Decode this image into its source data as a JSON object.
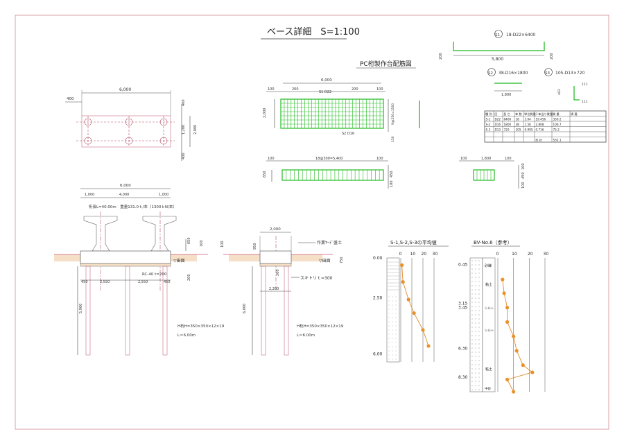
{
  "title": "ベース詳細　S=1:100",
  "rebar_title": "PC桁製作台配筋図",
  "s1": {
    "tag": "S1",
    "spec": "18-D22×6400",
    "len": "5,800",
    "hook_l": "200",
    "hook_r": "200"
  },
  "s2": {
    "tag": "S2",
    "spec": "38-D16×1800",
    "len": "1,800"
  },
  "s3": {
    "tag": "S3",
    "spec": "105-D13×720",
    "w": "111",
    "h": "111",
    "side": "402"
  },
  "plan": {
    "top": "6,000",
    "left": "400",
    "r1": "400",
    "r2": "1,200",
    "r3": "400",
    "total": "2,000"
  },
  "rebar_plan": {
    "top": "6,000",
    "d1": "100",
    "d2": "200",
    "d3": "200",
    "d4": "100",
    "lbl_s1": "S1 D22",
    "lbl_s2": "S2 D16",
    "left": "2,000",
    "right": "9@250=1500",
    "bot": "150"
  },
  "rebar_sec": {
    "top": "18@300=5,400",
    "d1": "100",
    "d2": "100",
    "h1": "650",
    "h2": "450",
    "h3": "100"
  },
  "small_sec": {
    "top": "1,800",
    "d1": "100",
    "d2": "100",
    "h1": "100",
    "h2": "450",
    "h3": "100"
  },
  "table": {
    "headers": [
      "種 別",
      "径",
      "長 さ",
      "本 数",
      "単位質量",
      "１本当り質量",
      "質 量",
      "摘 要"
    ],
    "rows": [
      [
        "S-1",
        "D22",
        "6400",
        "18",
        "3.04",
        "19.456",
        "350.2",
        ""
      ],
      [
        "S-2",
        "D16",
        "1800",
        "38",
        "1.56",
        "2.808",
        "106.7",
        ""
      ],
      [
        "S-3",
        "D13",
        "720",
        "105",
        "0.995",
        "0.716",
        "75.2",
        ""
      ],
      [
        "",
        "",
        "",
        "",
        "",
        "",
        "",
        ""
      ]
    ],
    "total_label": "合 計",
    "total_value": "532.1"
  },
  "elev": {
    "top": "6,000",
    "s1": "1,000",
    "s2": "4,000",
    "s3": "1,000",
    "note": "桁長L=40.00m　重量131.0ｔ/本（1300ｋN/本）",
    "h650": "650",
    "h200": "200",
    "h100": "100",
    "rc": "RC-40 t=200",
    "gl": "▽田面",
    "b1": "450",
    "b2": "2,550",
    "b3": "2,550",
    "b4": "450",
    "pile_len": "5,900",
    "pile_spec": "H杭H=350×350×12×19",
    "pile_L": "L＝6.00m"
  },
  "side": {
    "top": "2,000",
    "h950": "950",
    "h100": "100",
    "h200": "200",
    "h750": "750",
    "b2200": "2,200",
    "h6000": "6,000",
    "fill": "作業ﾔｰﾄﾞ盛土",
    "gl": "▽田面",
    "cut": "スキトリｔ=300",
    "pile_spec": "H杭H=350×350×12×19",
    "pile_L": "L＝6.00m"
  },
  "chart1": {
    "title": "S-1,S-2,S-3の平均値"
  },
  "chart2": {
    "title": "BV-No.6（参考）"
  },
  "log2": {
    "labels": [
      "砂礫",
      "粘土",
      "シルト",
      "シルト",
      "粘土",
      "中砂"
    ]
  },
  "chart_data": [
    {
      "type": "line",
      "title": "S-1,S-2,S-3の平均値",
      "x_ticks": [
        "0",
        "10",
        "20",
        "30"
      ],
      "xlim": [
        0,
        30
      ],
      "y_ticks": [
        "0.00",
        "2.50",
        "6.00"
      ],
      "ylim": [
        0,
        6.5
      ],
      "x": [
        1,
        2,
        7,
        12,
        20,
        25
      ],
      "y": [
        0.45,
        1.5,
        2.6,
        3.45,
        4.5,
        5.5
      ]
    },
    {
      "type": "line",
      "title": "BV-No.6（参考）",
      "x_ticks": [
        "0",
        "10",
        "20",
        "30"
      ],
      "xlim": [
        0,
        30
      ],
      "y_ticks": [
        "0.45",
        "3.15",
        "3.45",
        "6.30",
        "8.30"
      ],
      "ylim": [
        0,
        9.3
      ],
      "x": [
        3,
        4,
        6,
        6,
        10,
        12,
        16,
        22,
        6,
        10
      ],
      "y": [
        1.5,
        2.45,
        3.45,
        4.45,
        5.45,
        6.45,
        7.45,
        7.95,
        8.45,
        9.3
      ]
    }
  ]
}
